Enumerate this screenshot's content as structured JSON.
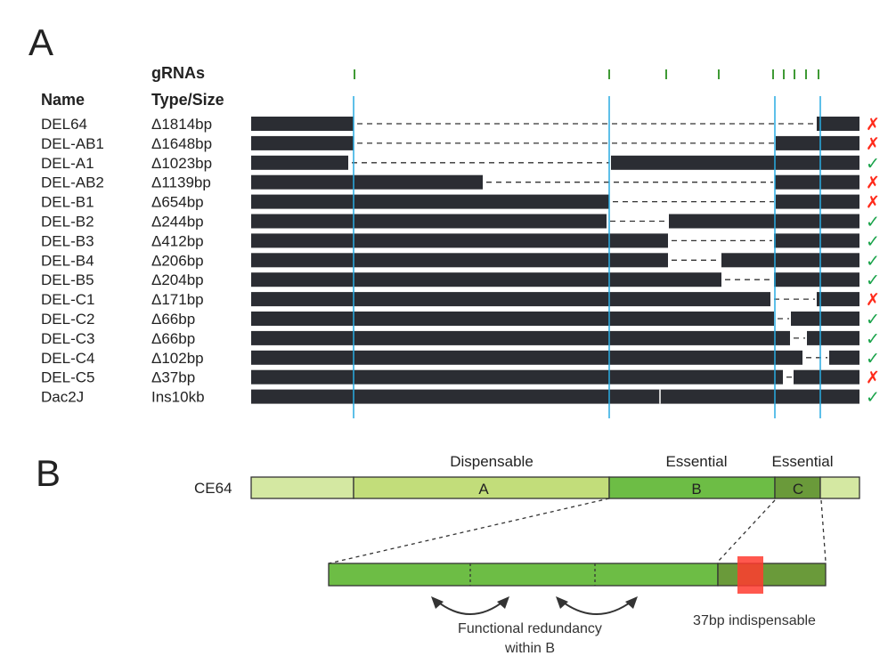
{
  "panels": {
    "a": "A",
    "b": "B"
  },
  "panel_a": {
    "grna_label": "gRNAs",
    "headers": {
      "name": "Name",
      "type": "Type/Size"
    },
    "rows": [
      {
        "name": "DEL64",
        "type": "Δ1814bp",
        "result": "✗",
        "viable": false
      },
      {
        "name": "DEL-AB1",
        "type": "Δ1648bp",
        "result": "✗",
        "viable": false
      },
      {
        "name": "DEL-A1",
        "type": "Δ1023bp",
        "result": "✓",
        "viable": true
      },
      {
        "name": "DEL-AB2",
        "type": "Δ1139bp",
        "result": "✗",
        "viable": false
      },
      {
        "name": "DEL-B1",
        "type": "Δ654bp",
        "result": "✗",
        "viable": false
      },
      {
        "name": "DEL-B2",
        "type": "Δ244bp",
        "result": "✓",
        "viable": true
      },
      {
        "name": "DEL-B3",
        "type": "Δ412bp",
        "result": "✓",
        "viable": true
      },
      {
        "name": "DEL-B4",
        "type": "Δ206bp",
        "result": "✓",
        "viable": true
      },
      {
        "name": "DEL-B5",
        "type": "Δ204bp",
        "result": "✓",
        "viable": true
      },
      {
        "name": "DEL-C1",
        "type": "Δ171bp",
        "result": "✗",
        "viable": false
      },
      {
        "name": "DEL-C2",
        "type": "Δ66bp",
        "result": "✓",
        "viable": true
      },
      {
        "name": "DEL-C3",
        "type": "Δ66bp",
        "result": "✓",
        "viable": true
      },
      {
        "name": "DEL-C4",
        "type": "Δ102bp",
        "result": "✓",
        "viable": true
      },
      {
        "name": "DEL-C5",
        "type": "Δ37bp",
        "result": "✗",
        "viable": false
      },
      {
        "name": "Dac2J",
        "type": "Ins10kb",
        "result": "✓",
        "viable": true
      }
    ]
  },
  "panel_b": {
    "construct": "CE64",
    "region_labels": {
      "a": "Dispensable",
      "b": "Essential",
      "c": "Essential"
    },
    "segments": {
      "a": "A",
      "b": "B",
      "c": "C"
    },
    "redundancy": [
      "Functional redundancy",
      "within B"
    ],
    "indispensable": "37bp indispensable"
  },
  "colors": {
    "bar": "#2b2d33",
    "guide_line": "#29abe2",
    "grna": "#3f9a35",
    "fail": "#ff2a1a",
    "pass": "#1aa34a",
    "flank": "#d4e8a2",
    "seg_a": "#c2dd7a",
    "seg_b": "#6dbd45",
    "seg_c": "#6a9a3a",
    "red_box": "#ff3b2f"
  }
}
